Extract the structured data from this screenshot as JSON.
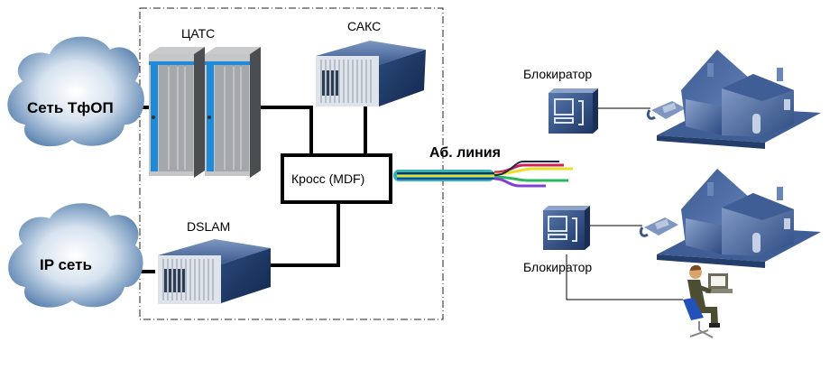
{
  "diagram": {
    "clouds": {
      "pstn": {
        "label": "Сеть ТфОП"
      },
      "ip": {
        "label": "IP сеть"
      }
    },
    "central_office": {
      "cats_label": "ЦАТС",
      "saks_label": "САКС",
      "dslam_label": "DSLAM",
      "cross_label": "Кросс (MDF)"
    },
    "subscriber_line": {
      "label": "Аб. линия",
      "wire_colors": [
        "#d0205a",
        "#e8e020",
        "#2ab860",
        "#8040d0",
        "#20284a"
      ],
      "sheath_color": "#2bb5b5"
    },
    "subscribers": [
      {
        "blocker_label": "Блокиратор",
        "devices": [
          "phone",
          "house"
        ]
      },
      {
        "blocker_label": "Блокиратор",
        "devices": [
          "phone",
          "house",
          "computer-user"
        ]
      }
    ],
    "colors": {
      "device_blue": "#2e4d80",
      "device_blue_light": "#6a86b8",
      "rack_accent": "#1e8ad8",
      "rack_gray": "#a5a8ab",
      "cloud": "#5d87b8",
      "house": "#3f5e95"
    }
  }
}
